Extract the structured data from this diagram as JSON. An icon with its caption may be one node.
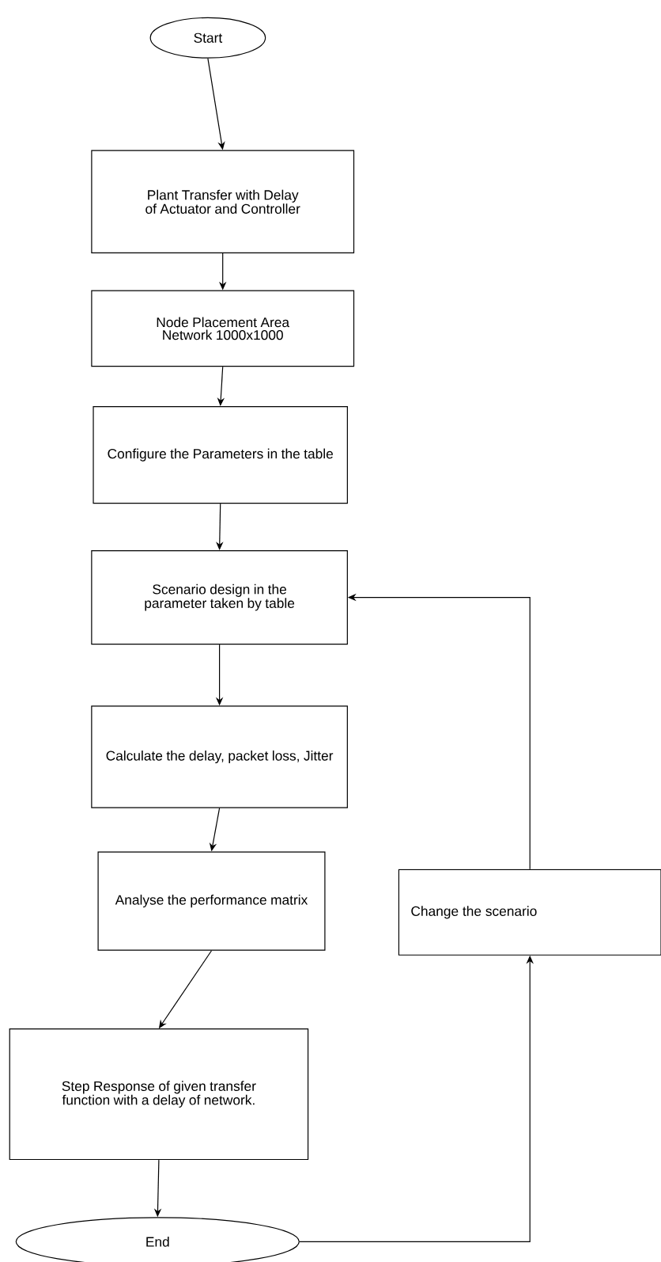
{
  "diagram": {
    "nodes": [
      {
        "text": [
          "Start"
        ]
      },
      {
        "text": [
          "Plant Transfer with Delay of Actuator and Controller"
        ]
      },
      {
        "text": [
          "Node Placement Area Network 1000x1000"
        ]
      },
      {
        "text": [
          "Configure the Parameters in the table"
        ]
      },
      {
        "text": [
          "Scenario design in the parameter taken by table"
        ]
      },
      {
        "text": [
          "Calculate the delay, packet loss, Jitter"
        ]
      },
      {
        "text": [
          "Analyse the performance matrix"
        ]
      },
      {
        "text": [
          "Step Response of given transfer function with a delay of network."
        ]
      },
      {
        "text": [
          "End"
        ]
      },
      {
        "text": [
          "Change the scenario"
        ]
      }
    ],
    "edges": [
      {
        "from": 0,
        "to": 1,
        "arrow": "to"
      },
      {
        "from": 1,
        "to": 2,
        "arrow": "to"
      },
      {
        "from": 2,
        "to": 3,
        "arrow": "to"
      },
      {
        "from": 3,
        "to": 4,
        "arrow": "to"
      },
      {
        "from": 4,
        "to": 5,
        "arrow": "to"
      },
      {
        "from": 5,
        "to": 6,
        "arrow": "to"
      },
      {
        "from": 6,
        "to": 7,
        "arrow": "to"
      },
      {
        "from": 7,
        "to": 8,
        "arrow": "to"
      },
      {
        "from": 8,
        "to": 9,
        "arrow": "to"
      },
      {
        "from": 9,
        "to": 4,
        "arrow": "to"
      }
    ]
  }
}
